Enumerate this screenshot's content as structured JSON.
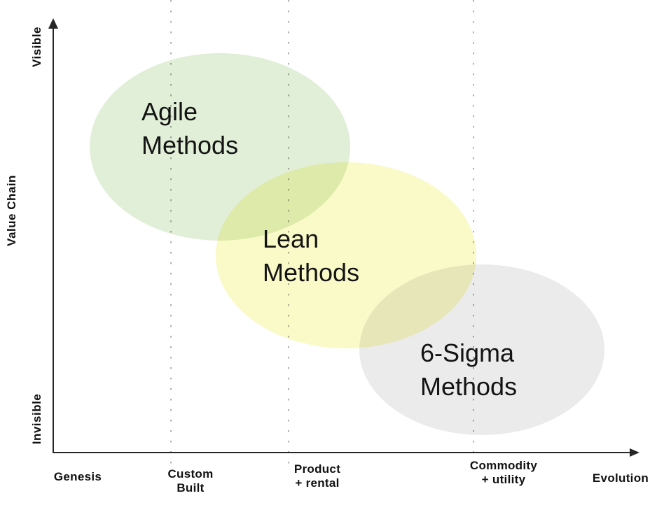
{
  "diagram": {
    "type": "wardley-map",
    "y_axis": {
      "label": "Value Chain",
      "top_label": "Visible",
      "bottom_label": "Invisible"
    },
    "x_axis": {
      "end_label": "Evolution",
      "stages": [
        {
          "line1": "Genesis",
          "line2": ""
        },
        {
          "line1": "Custom",
          "line2": "Built"
        },
        {
          "line1": "Product",
          "line2": "+ rental"
        },
        {
          "line1": "Commodity",
          "line2": "+ utility"
        }
      ]
    },
    "bubbles": [
      {
        "id": "agile",
        "line1": "Agile",
        "line2": "Methods",
        "fill": "#e2efd8"
      },
      {
        "id": "lean",
        "line1": "Lean",
        "line2": "Methods",
        "fill": "#fafac9"
      },
      {
        "id": "sigma",
        "line1": "6-Sigma",
        "line2": "Methods",
        "fill": "#ebebeb"
      }
    ],
    "colors": {
      "axis": "#262626",
      "divider_dots": "#b0b0b0",
      "text": "#111111",
      "background": "#ffffff"
    }
  }
}
